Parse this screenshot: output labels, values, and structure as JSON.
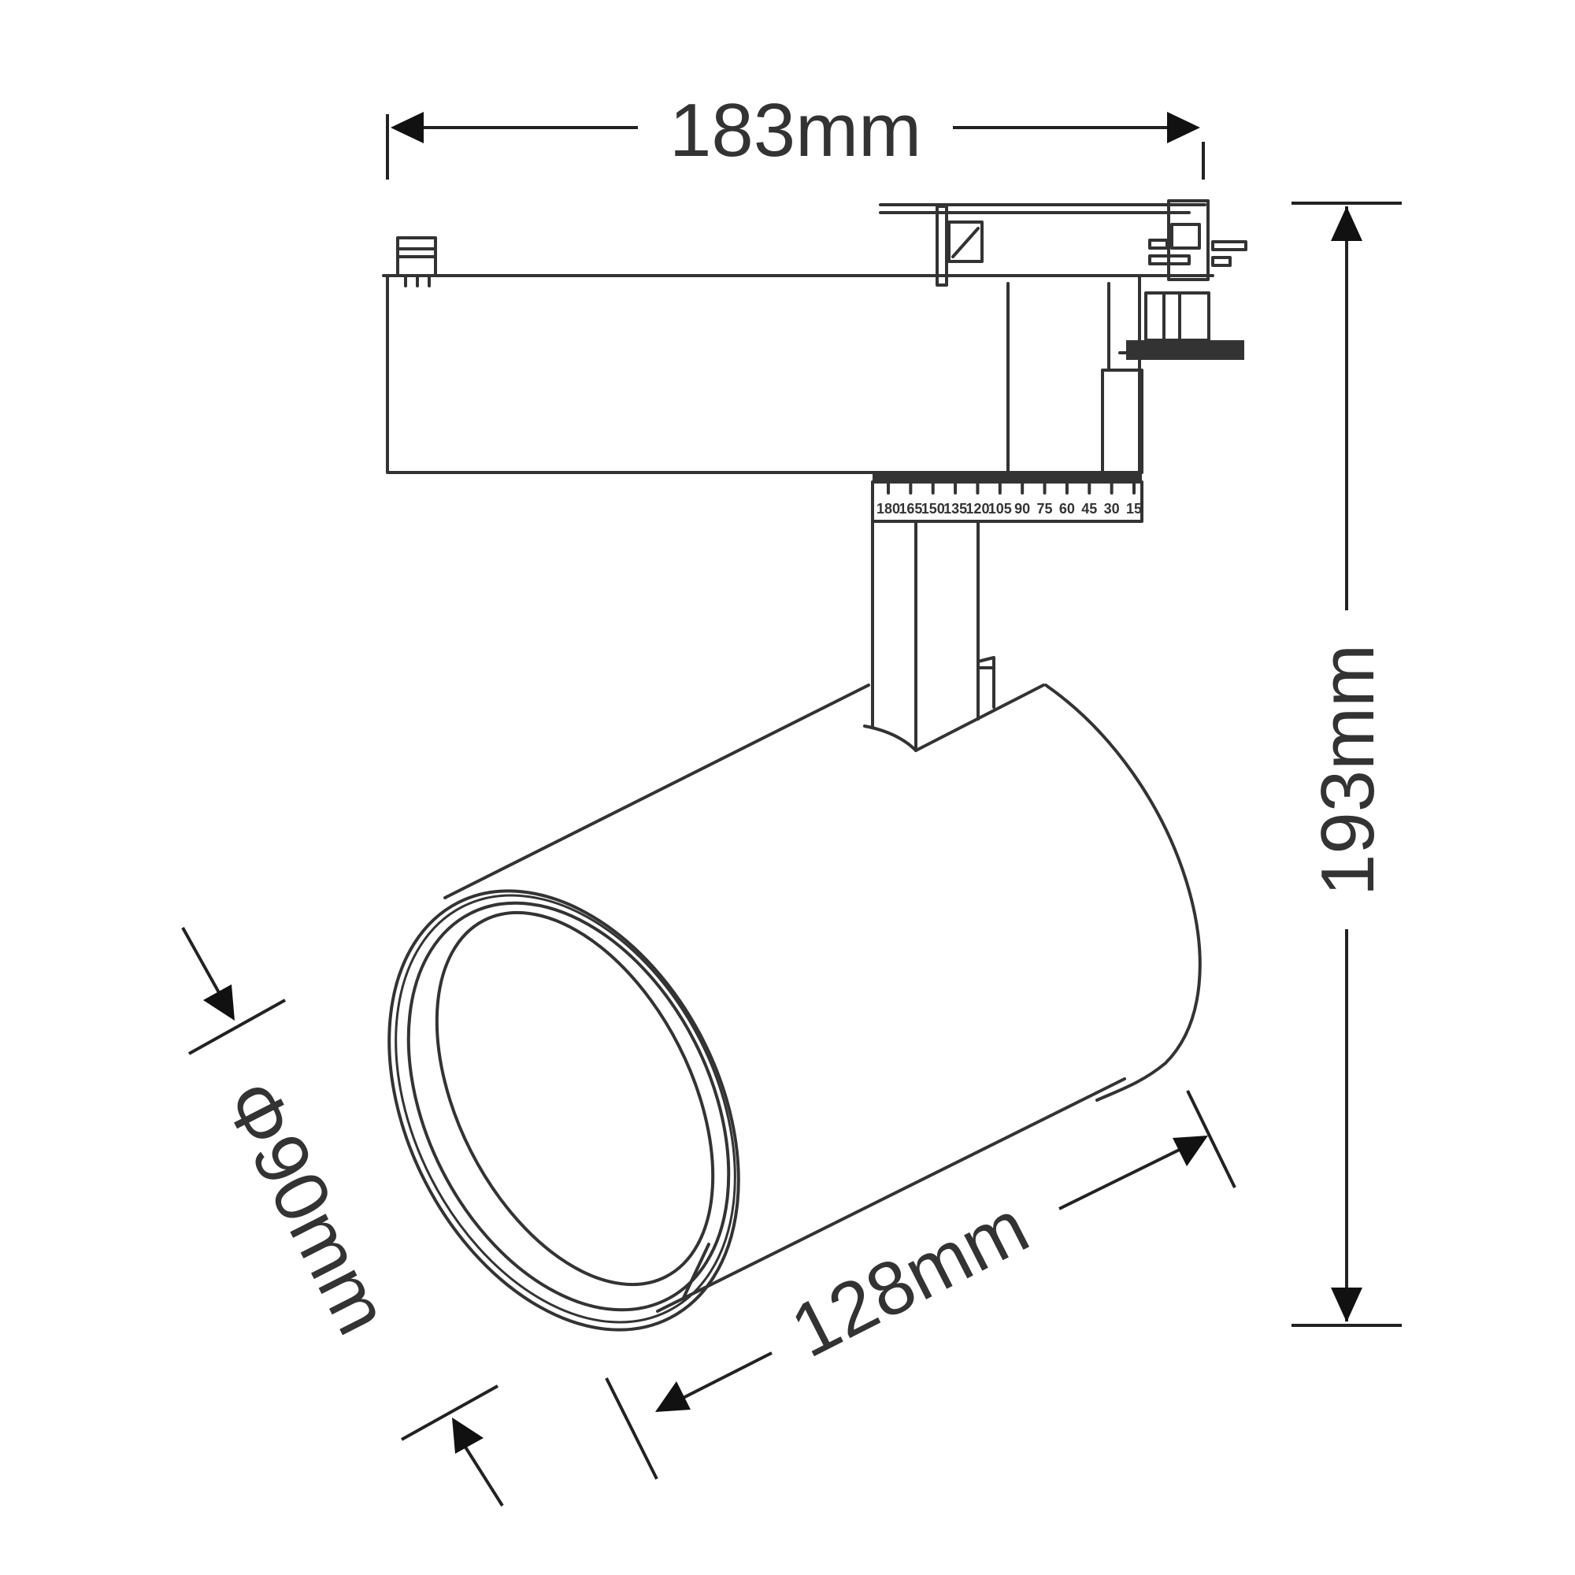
{
  "dimensions": {
    "width_label": "183mm",
    "height_label": "193mm",
    "length_label": "128mm",
    "diameter_label": "Φ90mm"
  },
  "tilt_scale": {
    "ticks": [
      "180",
      "165",
      "150",
      "135",
      "120",
      "105",
      "90",
      "75",
      "60",
      "45",
      "30",
      "15"
    ]
  },
  "colors": {
    "line": "#333333",
    "background": "#ffffff"
  }
}
